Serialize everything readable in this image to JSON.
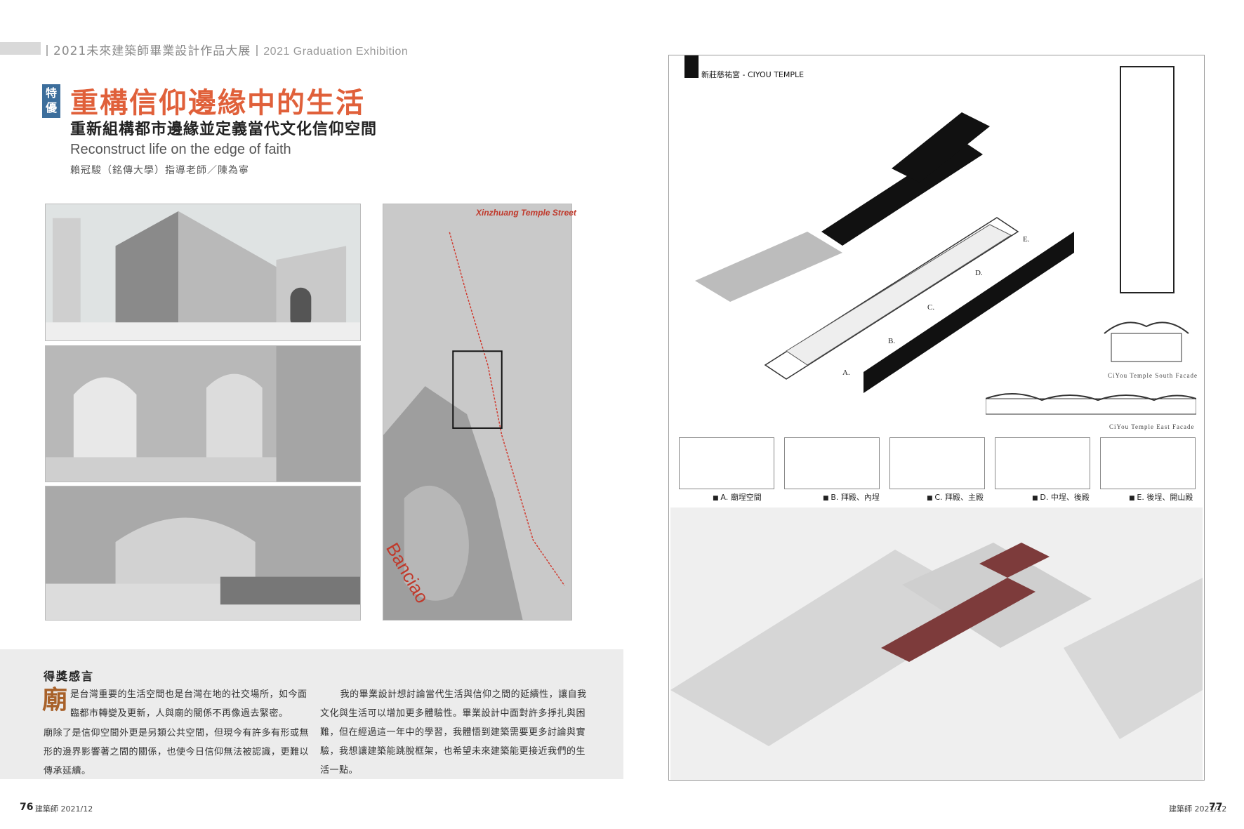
{
  "header": {
    "zh": "2021未來建築師畢業設計作品大展",
    "en": "2021 Graduation Exhibition"
  },
  "badge": "特優",
  "title": "重構信仰邊緣中的生活",
  "subtitle": "重新組構都市邊緣並定義當代文化信仰空間",
  "title_en": "Reconstruct life on the edge of faith",
  "author": "賴冠駿（銘傳大學）指導老師／陳為寧",
  "map": {
    "street_label": "Xinzhuang Temple Street",
    "district_label": "Banciao"
  },
  "award": {
    "heading": "得獎感言",
    "dropcap": "廟",
    "p1_first": "是台灣重要的生活空間也是台灣在地的社交場所，如今面臨都市轉變及更新，人與廟的關係不再像過去緊密。",
    "p1_rest": "廟除了是信仰空間外更是另類公共空間，但現今有許多有形或無形的邊界影響著之間的關係，也使今日信仰無法被認識，更難以傳承延續。",
    "p2": "我的畢業設計想討論當代生活與信仰之間的延續性，讓自我文化與生活可以增加更多體驗性。畢業設計中面對許多掙扎與困難，但在經過這一年中的學習，我體悟到建築需要更多討論與實驗，我想讓建築能跳脫框架，也希望未來建築能更接近我們的生活一點。"
  },
  "board": {
    "label": "新莊慈祐宮 - CIYOU TEMPLE",
    "facade_south": "CiYou Temple South Facade",
    "facade_east": "CiYou Temple East Facade",
    "zones": [
      "A.",
      "B.",
      "C.",
      "D.",
      "E."
    ],
    "steps": [
      "A. 廟埕空間",
      "B. 拜殿、內埕",
      "C. 拜殿、主殿",
      "D. 中埕、後殿",
      "E. 後埕、開山殿"
    ]
  },
  "footer": {
    "left_num": "76",
    "left_meta": "建築師 2021/12",
    "right_meta": "建築師 2021/12",
    "right_num": "77"
  }
}
